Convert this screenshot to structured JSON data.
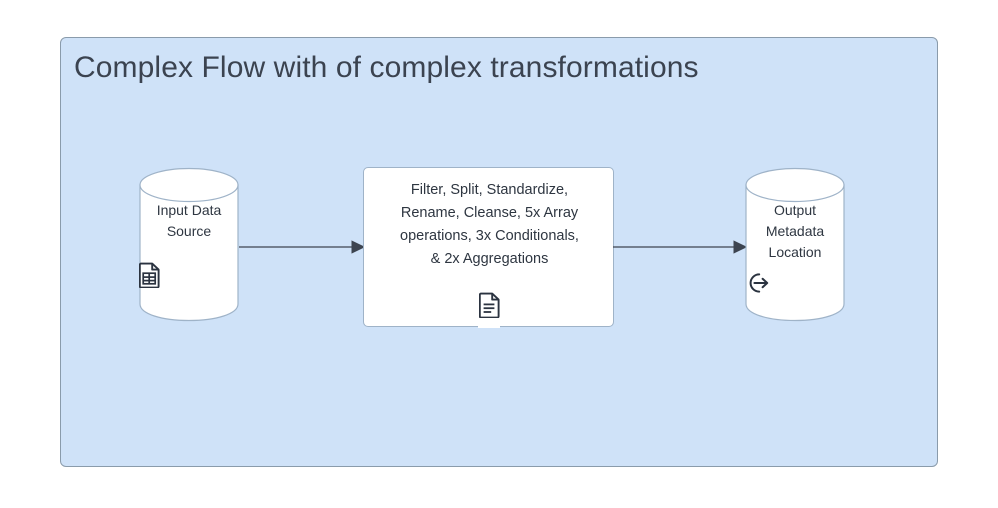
{
  "page": {
    "background_color": "#ffffff"
  },
  "diagram": {
    "type": "flowchart",
    "title": "Complex Flow with of complex transformations",
    "container": {
      "fill_color": "#cfe2f8",
      "border_color": "#8a9bab"
    },
    "text_color": "#2e3641",
    "title_color": "#3b4350",
    "node_fill_color": "#ffffff",
    "node_border_color": "#9fb3c8",
    "connector_color": "#3d4450",
    "nodes": [
      {
        "id": "input-data-source",
        "shape": "cylinder",
        "label": "Input Data Source",
        "label_lines": [
          "Input Data",
          "Source"
        ],
        "icon": "document-table-icon"
      },
      {
        "id": "transformations",
        "shape": "rectangle",
        "label": "Filter, Split, Standardize, Rename, Cleanse, 5x Array operations, 3x Conditionals, & 2x Aggregations",
        "label_lines": [
          "Filter, Split, Standardize,",
          "Rename, Cleanse, 5x Array",
          "operations, 3x Conditionals,",
          "& 2x Aggregations"
        ],
        "icon": "document-text-icon"
      },
      {
        "id": "output-metadata-location",
        "shape": "cylinder",
        "label": "Output Metadata Location",
        "label_lines": [
          "Output",
          "Metadata",
          "Location"
        ],
        "icon": "export-arrow-circle-icon"
      }
    ],
    "edges": [
      {
        "id": "edge-input-to-transformations",
        "from": "input-data-source",
        "to": "transformations",
        "style": "solid",
        "arrowhead": "filled-triangle",
        "label": ""
      },
      {
        "id": "edge-transformations-to-output",
        "from": "transformations",
        "to": "output-metadata-location",
        "style": "solid",
        "arrowhead": "filled-triangle",
        "label": ""
      }
    ]
  }
}
